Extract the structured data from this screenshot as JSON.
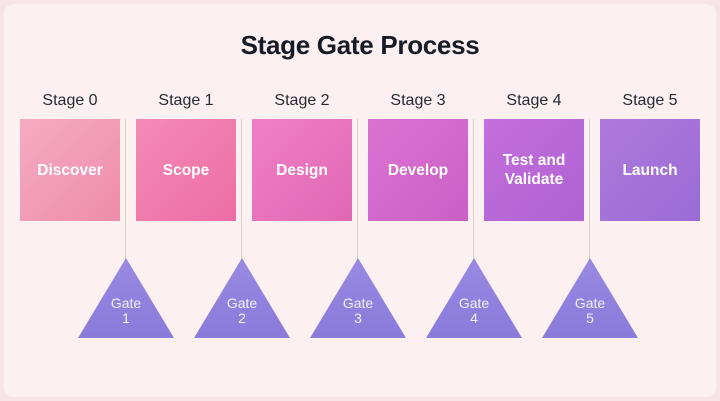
{
  "title": "Stage Gate Process",
  "stages": [
    {
      "label": "Stage 0",
      "name": "Discover",
      "color_from": "#f6abc3",
      "color_to": "#ee8cab"
    },
    {
      "label": "Stage 1",
      "name": "Scope",
      "color_from": "#f48ab7",
      "color_to": "#ed6da4"
    },
    {
      "label": "Stage 2",
      "name": "Design",
      "color_from": "#ef80c7",
      "color_to": "#e167b4"
    },
    {
      "label": "Stage 3",
      "name": "Develop",
      "color_from": "#dc73d3",
      "color_to": "#ca5fc5"
    },
    {
      "label": "Stage 4",
      "name": "Test and Validate",
      "color_from": "#c36edc",
      "color_to": "#af62d2"
    },
    {
      "label": "Stage 5",
      "name": "Launch",
      "color_from": "#ae79da",
      "color_to": "#9a6bd7"
    }
  ],
  "gates": [
    {
      "label": "Gate",
      "number": "1"
    },
    {
      "label": "Gate",
      "number": "2"
    },
    {
      "label": "Gate",
      "number": "3"
    },
    {
      "label": "Gate",
      "number": "4"
    },
    {
      "label": "Gate",
      "number": "5"
    }
  ],
  "colors": {
    "outer_background": "#f8e3e7",
    "card_background": "#fdf0f1",
    "title_text": "#161c27",
    "stage_label_text": "#242a34",
    "square_text": "#ffffff",
    "gate_fill_from": "#998ae4",
    "gate_fill_to": "#8a7ada",
    "gate_text": "#f3effb",
    "connector_line": "#d9d0c8"
  }
}
